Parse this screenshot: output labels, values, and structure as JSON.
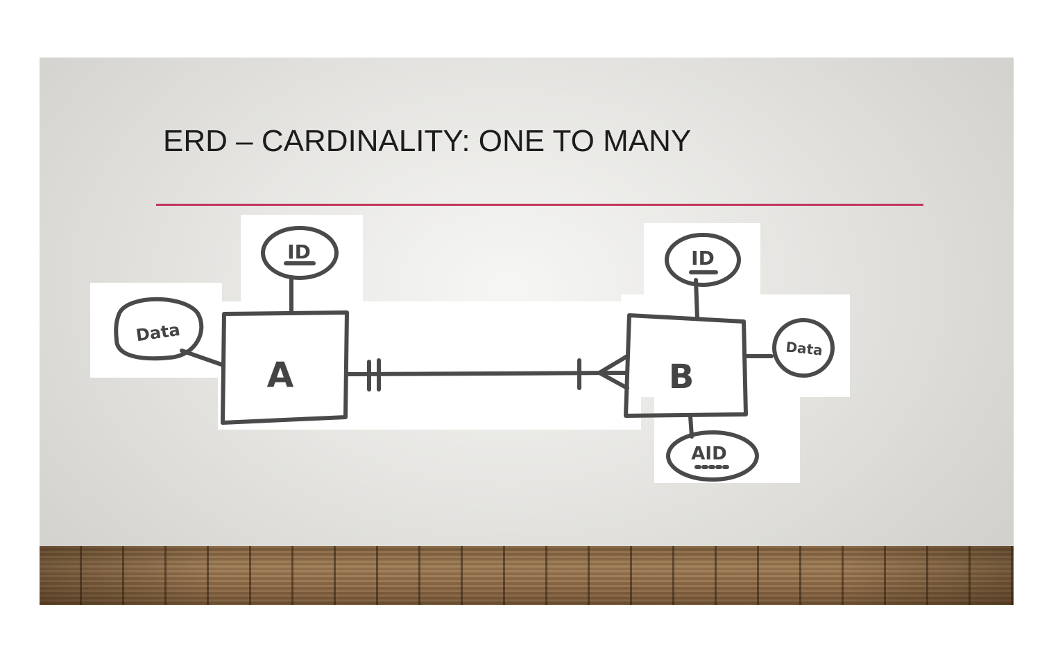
{
  "slide": {
    "title": "ERD – CARDINALITY: ONE TO MANY",
    "accent_color": "#c0365a"
  },
  "diagram": {
    "relationship": "one-to-many",
    "entities": [
      {
        "label": "A",
        "attributes": [
          {
            "label": "ID",
            "underlined": true
          },
          {
            "label": "Data",
            "underlined": false
          }
        ]
      },
      {
        "label": "B",
        "attributes": [
          {
            "label": "ID",
            "underlined": true
          },
          {
            "label": "Data",
            "underlined": false
          },
          {
            "label": "AID",
            "underlined": "dotted"
          }
        ]
      }
    ],
    "end_notation": {
      "entity_a": "one-and-only-one",
      "entity_b": "one-or-many"
    }
  }
}
